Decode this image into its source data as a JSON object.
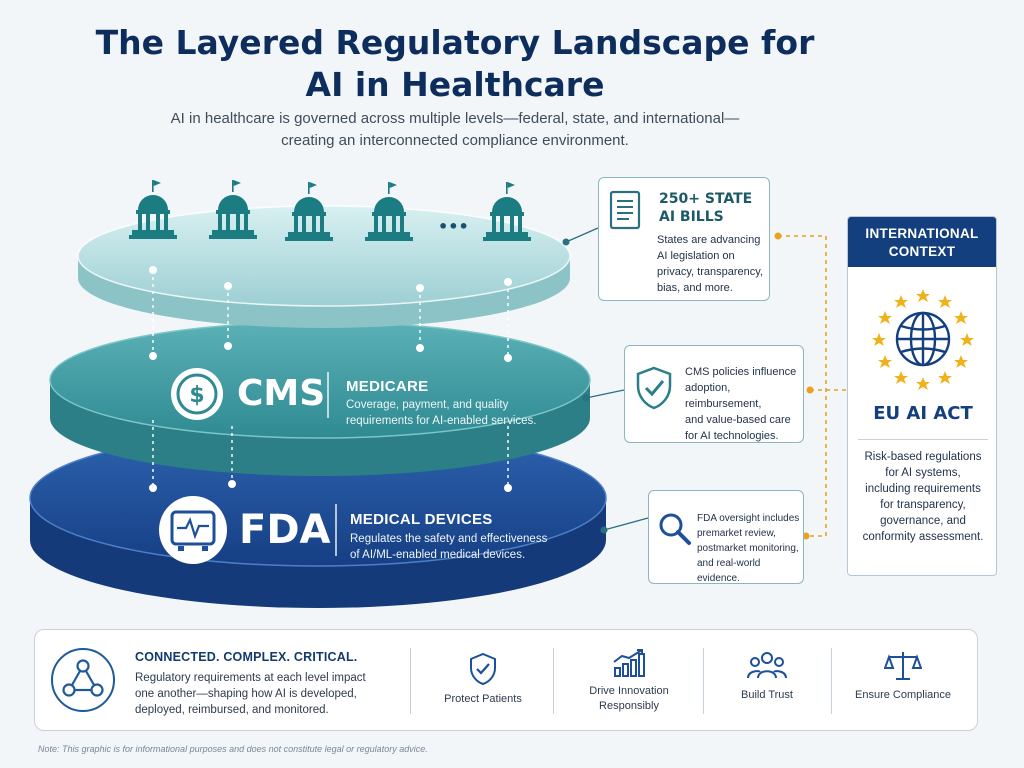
{
  "header": {
    "title_line1": "The Layered Regulatory Landscape for",
    "title_line2": "AI in Healthcare",
    "subtitle_line1": "AI in healthcare is governed across multiple levels—federal, state, and international—",
    "subtitle_line2": "creating an interconnected compliance environment."
  },
  "state_layer": {
    "ellipsis": "•••",
    "icons": [
      "capitol-building-icon",
      "capitol-building-icon",
      "capitol-building-icon",
      "capitol-building-icon",
      "capitol-building-icon"
    ],
    "callout": {
      "title_line1": "250+ STATE",
      "title_line2": "AI BILLS",
      "desc_lines": [
        "States are advancing",
        "AI legislation on",
        "privacy, transparency,",
        "bias, and more."
      ],
      "icon": "document-icon"
    }
  },
  "cms_layer": {
    "name": "CMS",
    "heading": "MEDICARE",
    "desc_lines": [
      "Coverage, payment, and quality",
      "requirements for AI-enabled services."
    ],
    "icon": "dollar-coin-icon",
    "callout": {
      "desc_lines": [
        "CMS policies influence",
        "adoption, reimbursement,",
        "and value-based care",
        "for AI technologies."
      ],
      "icon": "shield-check-icon"
    }
  },
  "fda_layer": {
    "name": "FDA",
    "heading": "MEDICAL DEVICES",
    "desc_lines": [
      "Regulates the safety and effectiveness",
      "of AI/ML-enabled medical devices."
    ],
    "icon": "medical-monitor-icon",
    "callout": {
      "desc_lines": [
        "FDA oversight includes",
        "premarket review,",
        "postmarket monitoring,",
        "and real-world evidence."
      ],
      "icon": "magnifier-icon"
    }
  },
  "international": {
    "header_line1": "INTERNATIONAL",
    "header_line2": "CONTEXT",
    "title": "EU AI ACT",
    "icon": "eu-globe-icon",
    "desc_lines": [
      "Risk-based regulations",
      "for AI systems,",
      "including requirements",
      "for transparency,",
      "governance, and",
      "conformity assessment."
    ]
  },
  "bottom": {
    "heading": "CONNECTED. COMPLEX. CRITICAL.",
    "desc_lines": [
      "Regulatory requirements at each level impact",
      "one another—shaping how AI is developed,",
      "deployed, reimbursed, and monitored."
    ],
    "pillars": [
      {
        "label_line1": "Protect Patients",
        "label_line2": "",
        "icon": "shield-check-icon"
      },
      {
        "label_line1": "Drive Innovation",
        "label_line2": "Responsibly",
        "icon": "growth-chart-icon"
      },
      {
        "label_line1": "Build Trust",
        "label_line2": "",
        "icon": "people-icon"
      },
      {
        "label_line1": "Ensure Compliance",
        "label_line2": "",
        "icon": "scales-icon"
      }
    ]
  },
  "note": "Note: This graphic is for informational purposes and does not constitute legal or regulatory advice.",
  "colors": {
    "navy": "#0d2d5c",
    "state_layer": "#a9d6d9",
    "cms_layer": "#3f9aa0",
    "fda_layer": "#1d4f9a",
    "connector_orange": "#e8a21e",
    "eu_star": "#f0b21a"
  }
}
